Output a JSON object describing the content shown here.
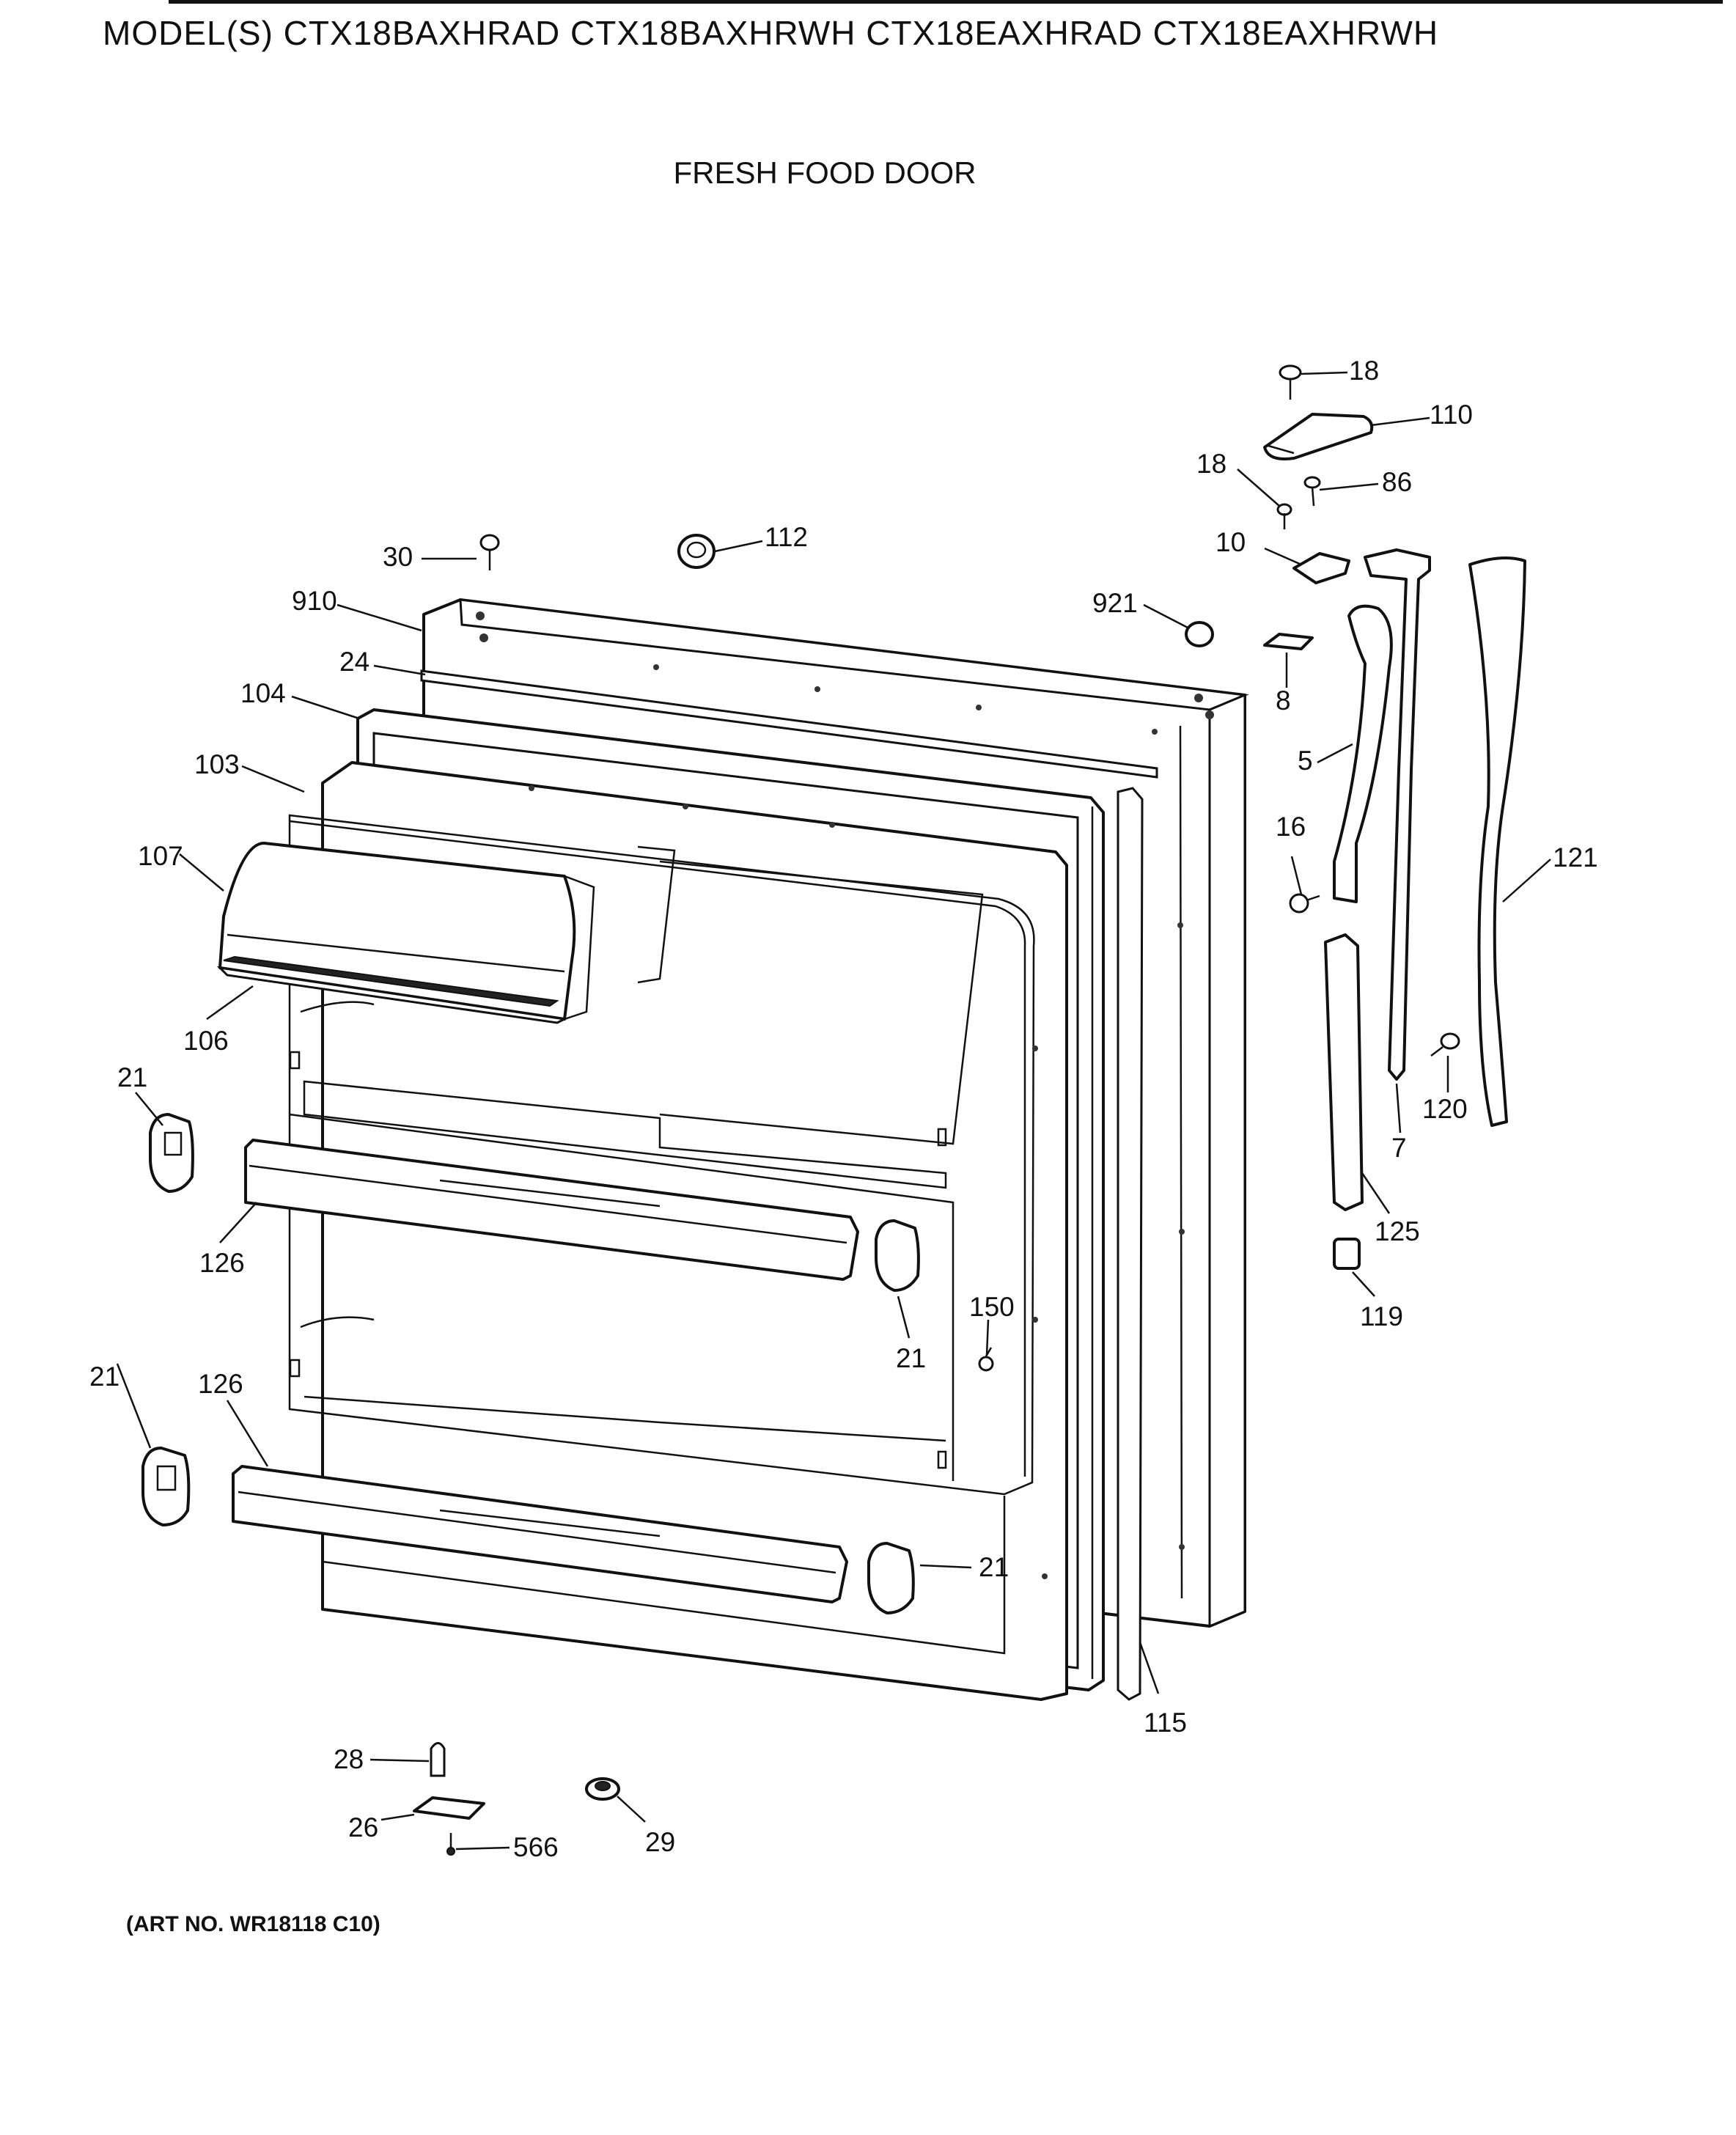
{
  "header": {
    "title": "MODEL(S) CTX18BAXHRAD  CTX18BAXHRWH  CTX18EAXHRAD  CTX18EAXHRWH",
    "subtitle": "FRESH FOOD DOOR"
  },
  "footer": {
    "art_number": "(ART NO. WR18118 C10)"
  },
  "callouts": [
    {
      "id": "c18a",
      "label": "18"
    },
    {
      "id": "c110",
      "label": "110"
    },
    {
      "id": "c18b",
      "label": "18"
    },
    {
      "id": "c86",
      "label": "86"
    },
    {
      "id": "c30",
      "label": "30"
    },
    {
      "id": "c112",
      "label": "112"
    },
    {
      "id": "c10",
      "label": "10"
    },
    {
      "id": "c910",
      "label": "910"
    },
    {
      "id": "c921",
      "label": "921"
    },
    {
      "id": "c24",
      "label": "24"
    },
    {
      "id": "c8",
      "label": "8"
    },
    {
      "id": "c104",
      "label": "104"
    },
    {
      "id": "c5",
      "label": "5"
    },
    {
      "id": "c103",
      "label": "103"
    },
    {
      "id": "c16",
      "label": "16"
    },
    {
      "id": "c107",
      "label": "107"
    },
    {
      "id": "c121",
      "label": "121"
    },
    {
      "id": "c106",
      "label": "106"
    },
    {
      "id": "c21a",
      "label": "21"
    },
    {
      "id": "c120",
      "label": "120"
    },
    {
      "id": "c7",
      "label": "7"
    },
    {
      "id": "c125",
      "label": "125"
    },
    {
      "id": "c126a",
      "label": "126"
    },
    {
      "id": "c150",
      "label": "150"
    },
    {
      "id": "c119",
      "label": "119"
    },
    {
      "id": "c21b",
      "label": "21"
    },
    {
      "id": "c21c",
      "label": "21"
    },
    {
      "id": "c126b",
      "label": "126"
    },
    {
      "id": "c21d",
      "label": "21"
    },
    {
      "id": "c115",
      "label": "115"
    },
    {
      "id": "c28",
      "label": "28"
    },
    {
      "id": "c26",
      "label": "26"
    },
    {
      "id": "c566",
      "label": "566"
    },
    {
      "id": "c29",
      "label": "29"
    }
  ]
}
